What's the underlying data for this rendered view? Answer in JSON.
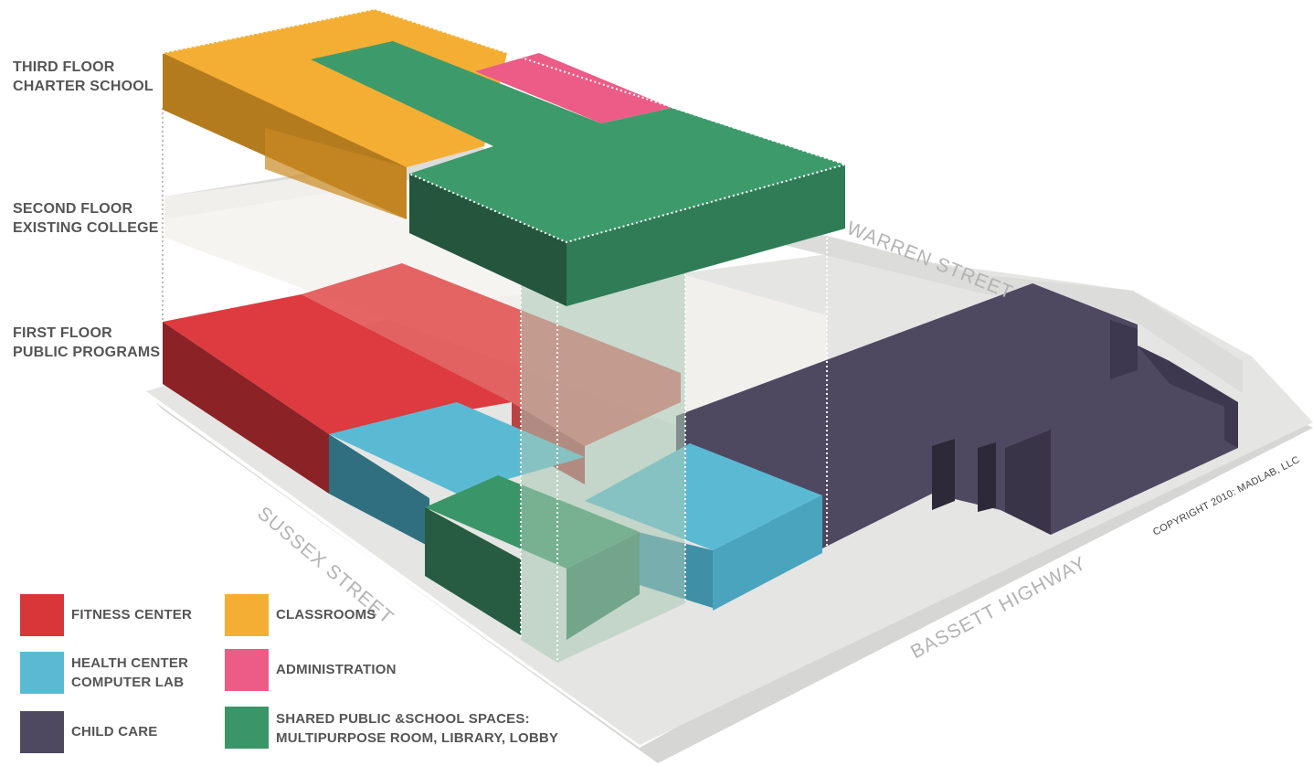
{
  "floors": {
    "third": "THIRD FLOOR\nCHARTER SCHOOL",
    "second": "SECOND FLOOR\nEXISTING COLLEGE",
    "first": "FIRST FLOOR\nPUBLIC PROGRAMS"
  },
  "streets": {
    "warren": "WARREN STREET",
    "sussex": "SUSSEX STREET",
    "bassett": "BASSETT HIGHWAY"
  },
  "copyright": "COPYRIGHT 2010: MADLAB, LLC",
  "legend": [
    {
      "id": "fitness",
      "label": "FITNESS CENTER",
      "color": "#d9363a"
    },
    {
      "id": "health",
      "label": "HEALTH CENTER\nCOMPUTER LAB",
      "color": "#5bbad3"
    },
    {
      "id": "childcare",
      "label": "CHILD CARE",
      "color": "#4f4861"
    },
    {
      "id": "classrooms",
      "label": "CLASSROOMS",
      "color": "#f5ae34"
    },
    {
      "id": "administration",
      "label": "ADMINISTRATION",
      "color": "#ec5c87"
    },
    {
      "id": "shared",
      "label": "SHARED PUBLIC &SCHOOL SPACES:\nMULTIPURPOSE ROOM, LIBRARY, LOBBY",
      "color": "#3a9668"
    }
  ],
  "colors": {
    "ground": "#e5e5e4",
    "ground_shadow": "#d6d6d5",
    "text": "#555555",
    "street_text": "#b3b3b3"
  }
}
